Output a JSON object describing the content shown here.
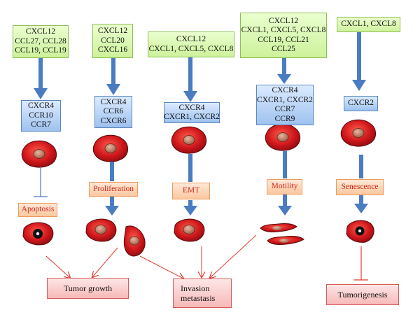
{
  "ligands": [
    {
      "id": "l1",
      "lines": [
        "CXCL12",
        "CCL27, CCL28",
        "CCL19, CCL19"
      ]
    },
    {
      "id": "l2",
      "lines": [
        "CXCL12",
        "CCL20",
        "CXCL16"
      ]
    },
    {
      "id": "l3",
      "lines": [
        "CXCL12",
        "CXCL1, CXCL5, CXCL8"
      ]
    },
    {
      "id": "l4",
      "lines": [
        "CXCL12",
        "CXCL1, CXCL5, CXCL8",
        "CCL19, CCL21",
        "CCL25"
      ]
    },
    {
      "id": "l5",
      "lines": [
        "CXCL1, CXCL8"
      ]
    }
  ],
  "receptors": [
    {
      "id": "r1",
      "lines": [
        "CXCR4",
        "CCR10",
        "CCR7"
      ]
    },
    {
      "id": "r2",
      "lines": [
        "CXCR4",
        "CCR6",
        "CXCR6"
      ]
    },
    {
      "id": "r3",
      "lines": [
        "CXCR4",
        "CXCR1, CXCR2"
      ]
    },
    {
      "id": "r4",
      "lines": [
        "CXCR4",
        "CXCR1, CXCR2",
        "CCR7",
        "CCR9"
      ]
    },
    {
      "id": "r5",
      "lines": [
        "CXCR2"
      ]
    }
  ],
  "processes": {
    "apoptosis": "Apoptosis",
    "proliferation": "Proliferation",
    "emt": "EMT",
    "motility": "Motility",
    "senescence": "Senescence"
  },
  "outcomes": {
    "tumor_growth": "Tumor growth",
    "invasion_line1": "Invasion",
    "invasion_line2": "metastasis",
    "tumorigenesis": "Tumorigenesis"
  },
  "colors": {
    "ligand_fill": "#d8f5b0",
    "receptor_fill": "#b9d4f5",
    "process_fill": "#fcd3b3",
    "process_text": "#d3261c",
    "outcome_fill": "#f9c9c9",
    "blue_arrow": "#4a7cc2",
    "red_arrow": "#e23a2e",
    "cell_red": "#c8141a",
    "nucleus": "#c98a74"
  }
}
